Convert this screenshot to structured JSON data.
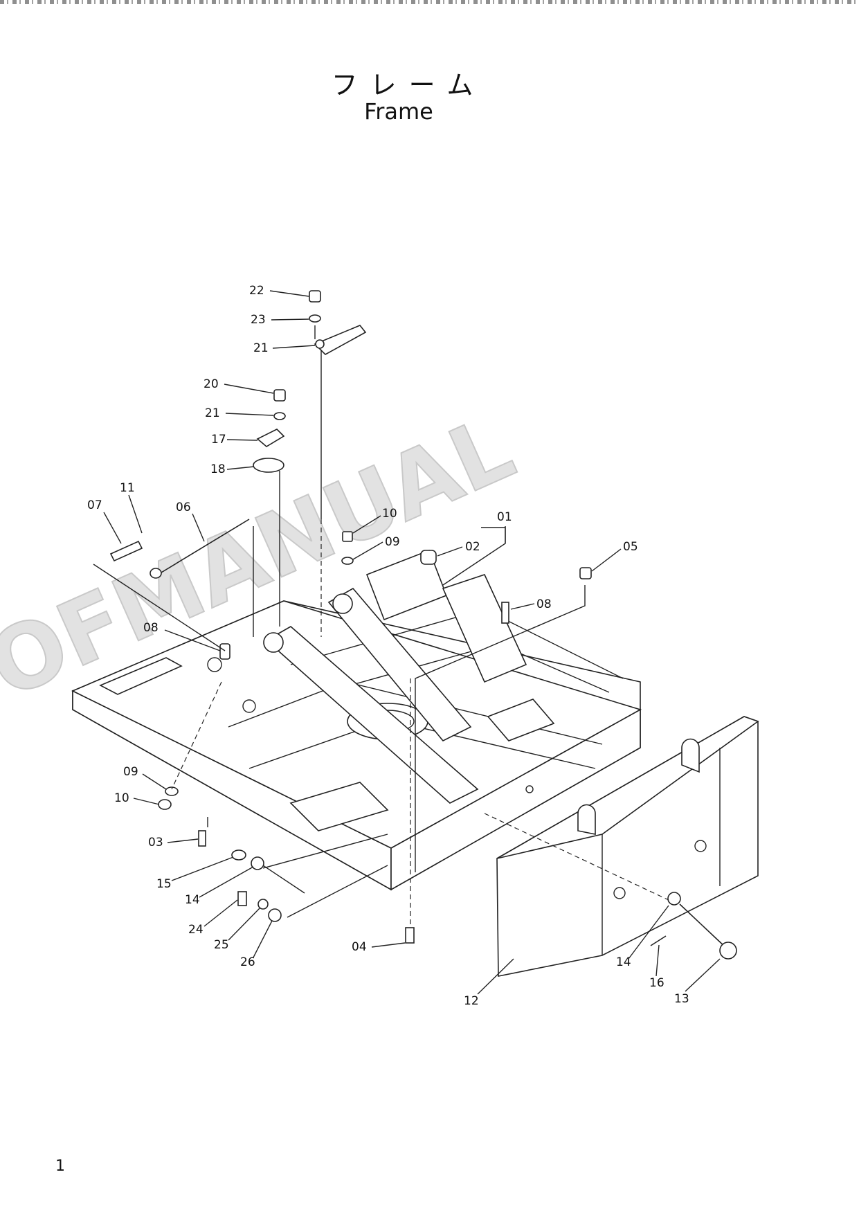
{
  "title": {
    "japanese": "フレーム",
    "english": "Frame"
  },
  "watermark": "OFMANUAL",
  "page_number": "1",
  "callouts": [
    "22",
    "23",
    "21",
    "20",
    "21",
    "17",
    "18",
    "11",
    "07",
    "06",
    "10",
    "09",
    "01",
    "02",
    "05",
    "08",
    "08",
    "09",
    "10",
    "03",
    "15",
    "14",
    "24",
    "25",
    "26",
    "04",
    "12",
    "14",
    "16",
    "13"
  ]
}
